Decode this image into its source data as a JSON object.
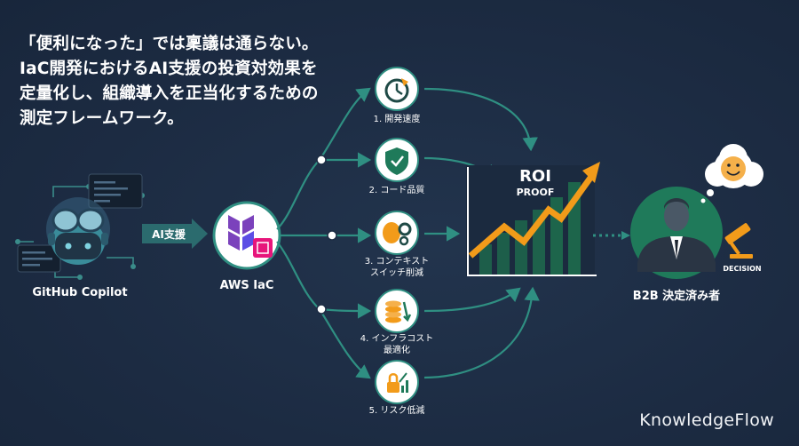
{
  "headline": {
    "line1": "「便利になった」では稟議は通らない。",
    "line2": "IaC開発におけるAI支援の投資対効果を",
    "line3": "定量化し、組織導入を正当化するための",
    "line4": "測定フレームワーク。"
  },
  "nodes": {
    "copilot_label": "GitHub Copilot",
    "ai_support_label": "AI支援",
    "aws_label": "AWS IaC",
    "decision_maker_label": "B2B 決定済み者",
    "decision_badge": "DECISION"
  },
  "metrics": [
    {
      "line1": "1. 開発速度",
      "line2": ""
    },
    {
      "line1": "2. コード品質",
      "line2": ""
    },
    {
      "line1": "3. コンテキスト",
      "line2": "スイッチ削減"
    },
    {
      "line1": "4. インフラコスト",
      "line2": "最適化"
    },
    {
      "line1": "5. リスク低減",
      "line2": ""
    }
  ],
  "roi": {
    "title": "ROI",
    "subtitle": "PROOF"
  },
  "brand": "KnowledgeFlow",
  "colors": {
    "background": "#1d2d44",
    "teal": "#2f8f82",
    "orange": "#f29b1a",
    "green": "#1f7a5a"
  }
}
